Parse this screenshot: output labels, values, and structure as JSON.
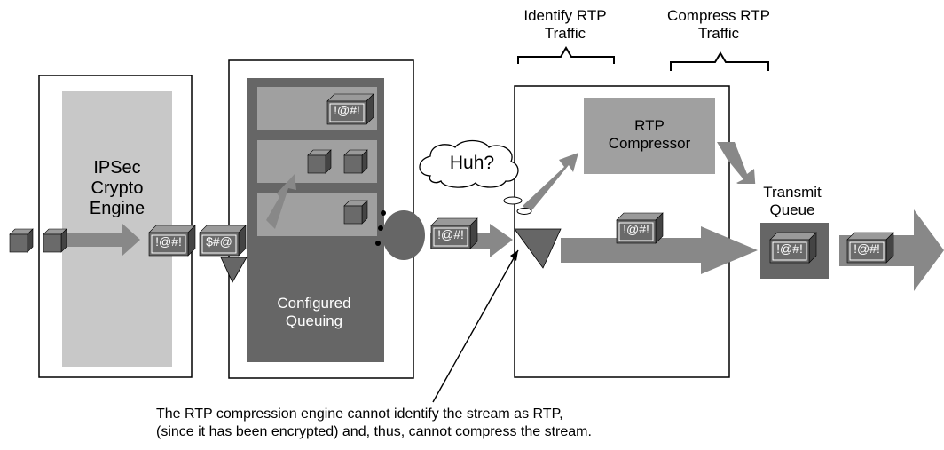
{
  "labels": {
    "identify_rtp": "Identify  RTP\nTraffic",
    "compress_rtp": "Compress RTP\nTraffic",
    "ipsec_engine": "IPSec\nCrypto\nEngine",
    "configured_queuing": "Configured\nQueuing",
    "rtp_compressor": "RTP\nCompressor",
    "transmit_queue": "Transmit\nQueue",
    "huh": "Huh?",
    "caption_line1": "The RTP compression engine cannot identify the stream as RTP,",
    "caption_line2": "(since it has been encrypted) and, thus, cannot compress the stream."
  },
  "packets": {
    "encrypted": "!@#!",
    "hashed": "$#@"
  },
  "colors": {
    "dark_gray": "#666666",
    "mid_gray": "#a0a0a0",
    "light_gray": "#c8c8c8",
    "black": "#000000",
    "white": "#ffffff"
  }
}
